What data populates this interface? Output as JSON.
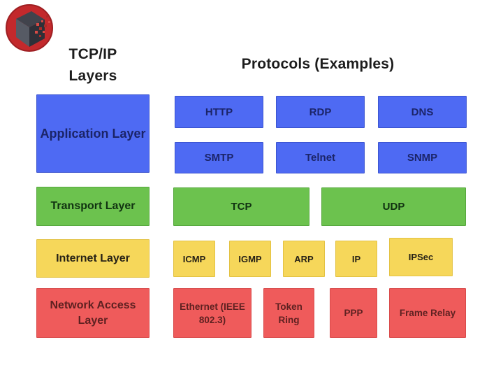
{
  "logo": {
    "name": "cube-pixels-logo",
    "circle_color": "#c3292c",
    "cube_top_color": "#41434c",
    "cube_left_color": "#565a64",
    "cube_right_color": "#2e3038"
  },
  "titles": {
    "left_line1": "TCP/IP",
    "left_line2": "Layers",
    "right": "Protocols (Examples)"
  },
  "colors": {
    "application": "#4e6af3",
    "transport": "#6cc24e",
    "internet": "#f6d75a",
    "network_access": "#ef5b5b",
    "application_text": "#1b2468",
    "transport_text": "#113311",
    "internet_text": "#262116",
    "network_access_text": "#5e2121"
  },
  "layers": {
    "application": {
      "label": "Application Layer"
    },
    "transport": {
      "label": "Transport Layer"
    },
    "internet": {
      "label": "Internet Layer"
    },
    "network": {
      "label": "Network Access Layer"
    }
  },
  "protocols": {
    "application": [
      "HTTP",
      "RDP",
      "DNS",
      "SMTP",
      "Telnet",
      "SNMP"
    ],
    "transport": [
      "TCP",
      "UDP"
    ],
    "internet": [
      "ICMP",
      "IGMP",
      "ARP",
      "IP",
      "IPSec"
    ],
    "network": [
      "Ethernet (IEEE 802.3)",
      "Token Ring",
      "PPP",
      "Frame Relay"
    ]
  }
}
